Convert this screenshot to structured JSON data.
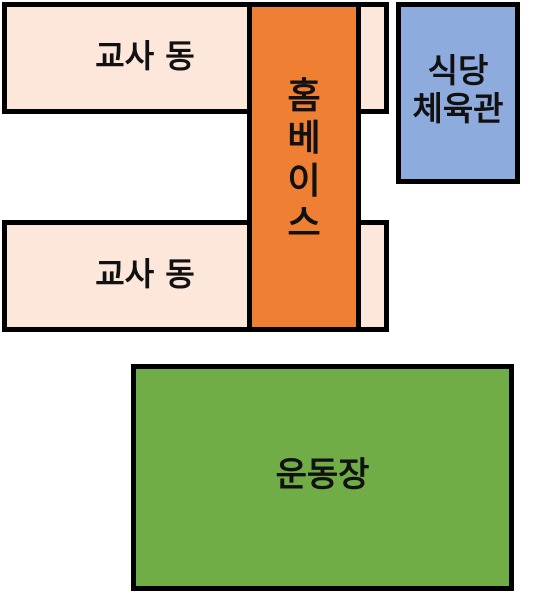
{
  "buildings": {
    "classroom_top": {
      "label": "교사 동",
      "fill": "#fde6da"
    },
    "classroom_bottom": {
      "label": "교사 동",
      "fill": "#fde6da"
    },
    "homebase": {
      "chars": [
        "홈",
        "베",
        "이",
        "스"
      ],
      "fill": "#ee7f33"
    },
    "cafeteria_gym": {
      "line1": "식당",
      "line2": "체육관",
      "fill": "#8eabde"
    },
    "playground": {
      "label": "운동장",
      "fill": "#70ad47"
    }
  },
  "border_color": "#000000"
}
